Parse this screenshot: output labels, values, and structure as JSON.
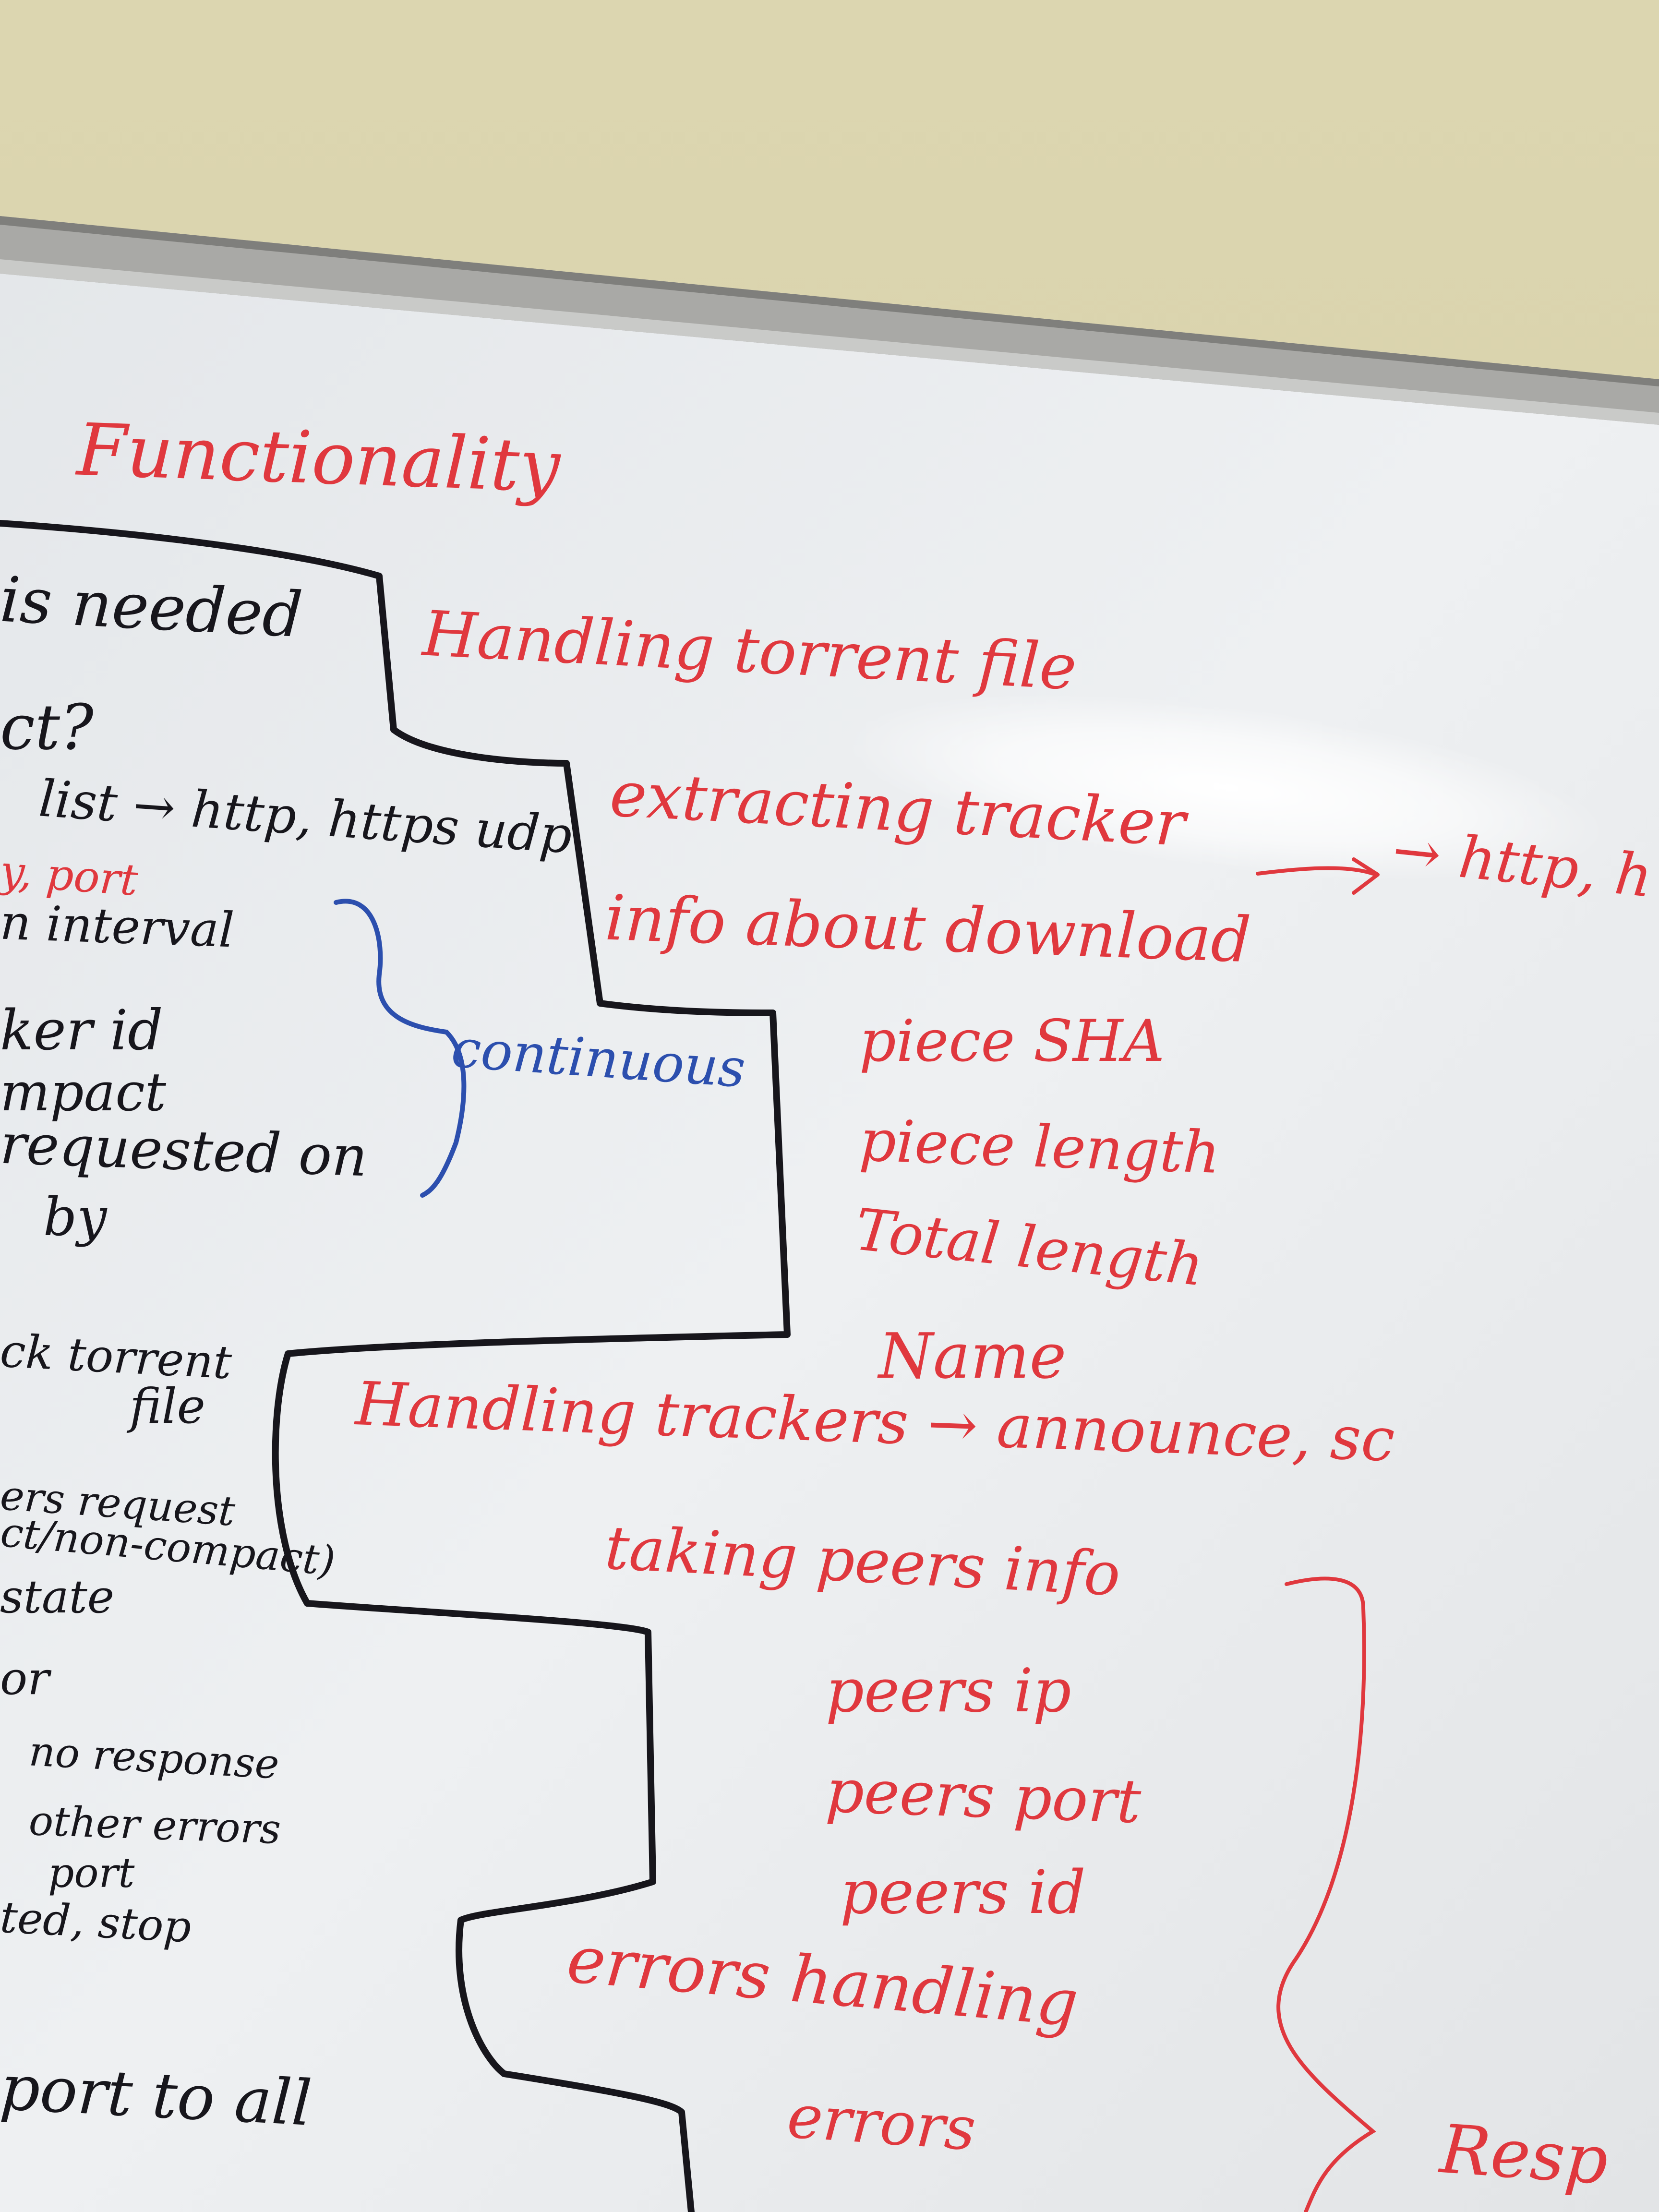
{
  "whiteboard": {
    "title": "Functionality",
    "left_fragments": [
      "is needed",
      "ct?",
      "list → http, https udp",
      "y, port",
      "n interval",
      "ker id",
      "mpact",
      "requested on",
      "by",
      "ck torrent",
      "file",
      "ers request",
      "ct/non-compact)",
      "state",
      "or",
      "no response",
      "other errors",
      "port",
      "ted, stop",
      "port to all"
    ],
    "continuous_note": "continuous",
    "red_items": [
      "Handling torrent file",
      "extracting tracker",
      "→ http, h",
      "info about download",
      "piece SHA",
      "piece length",
      "Total length",
      "Name",
      "Handling trackers → announce, sc",
      "taking peers info",
      "peers ip",
      "peers port",
      "peers id",
      "errors handling",
      "errors",
      "Resp"
    ]
  },
  "colors": {
    "red_marker": "#e0383e",
    "black_marker": "#17161c",
    "blue_marker": "#2c4fae",
    "board": "#eef0f2",
    "frame": "#a9a9a6",
    "wall": "#d9d2ae"
  }
}
